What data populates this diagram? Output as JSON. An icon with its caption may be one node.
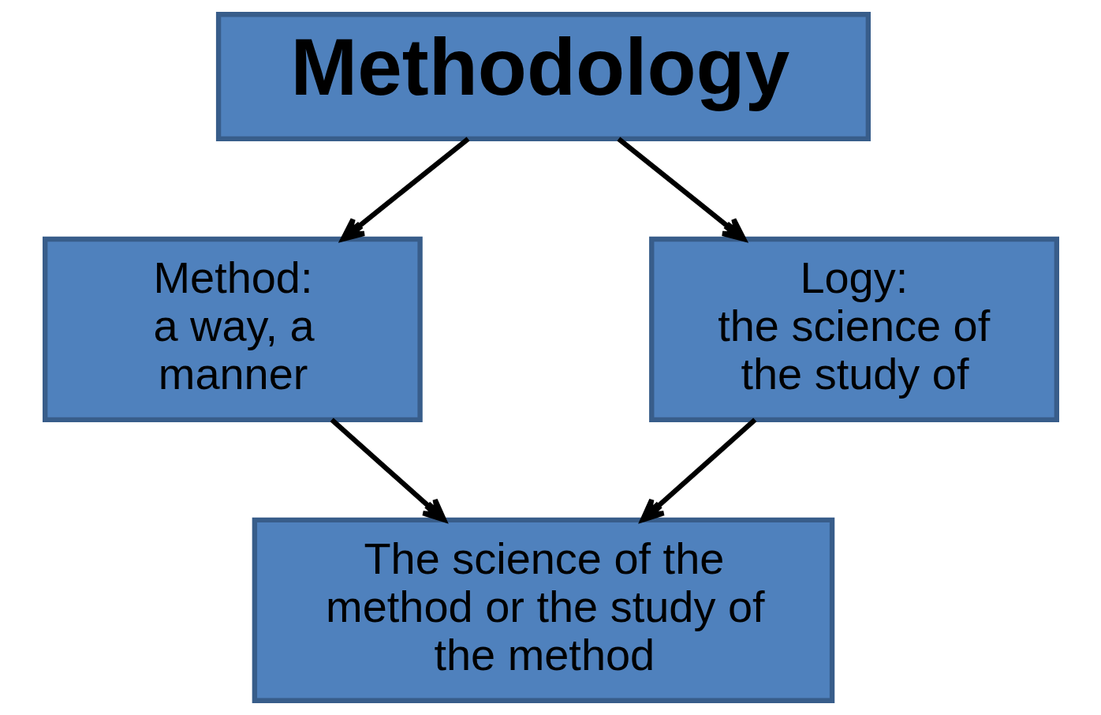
{
  "diagram": {
    "nodes": [
      {
        "text": [
          "Methodology"
        ]
      },
      {
        "text": [
          "Method:",
          "a way, a manner"
        ]
      },
      {
        "text": [
          "Logy:",
          "the science of the study of"
        ]
      },
      {
        "text": [
          "The science of the method or the study of the method"
        ]
      }
    ],
    "edges": [
      {
        "from": 0,
        "to": 1,
        "arrow": "to"
      },
      {
        "from": 0,
        "to": 2,
        "arrow": "to"
      },
      {
        "from": 1,
        "to": 3,
        "arrow": "to"
      },
      {
        "from": 2,
        "to": 3,
        "arrow": "to"
      }
    ]
  }
}
